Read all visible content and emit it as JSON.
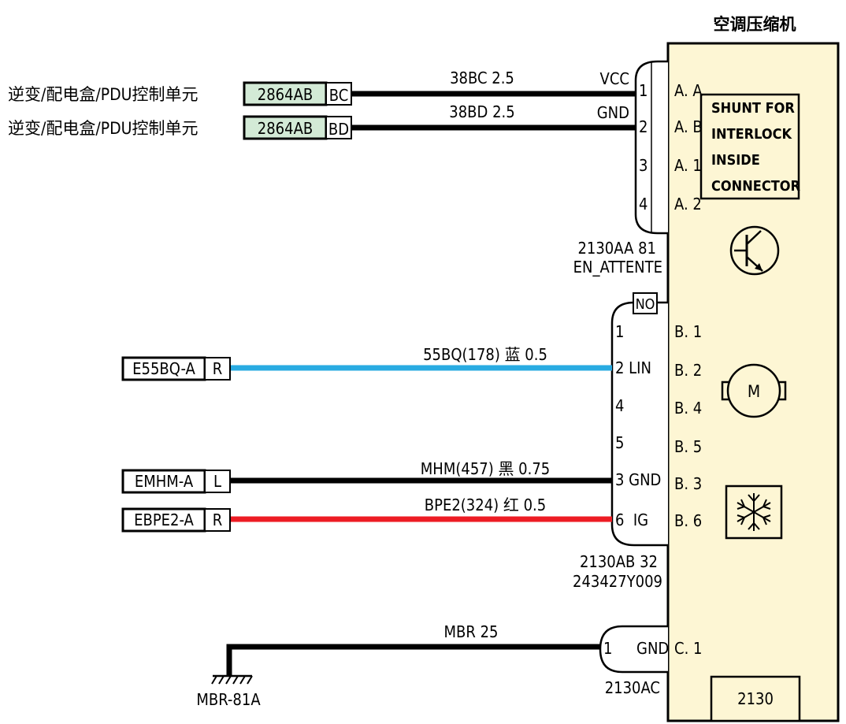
{
  "component": {
    "title": "空调压缩机",
    "id_label": "2130",
    "colors": {
      "body_fill": "#fdf6d4",
      "body_stroke": "#000"
    }
  },
  "shunt_box": {
    "lines": [
      "SHUNT FOR",
      "INTERLOCK",
      "INSIDE",
      "CONNECTOR"
    ]
  },
  "symbols": {
    "transistor": "transistor-icon",
    "motor": "motor-icon",
    "motor_label": "M",
    "compressor": "snowflake-icon"
  },
  "connectors": {
    "a": {
      "part": "2130AA 81",
      "state": "EN_ATTENTE",
      "pins": [
        "1",
        "2",
        "3",
        "4"
      ],
      "cavities": [
        "A. A",
        "A. B",
        "A. 1",
        "A. 2"
      ],
      "signals": [
        "VCC",
        "GND"
      ]
    },
    "b": {
      "part": "2130AB 32",
      "ref": "243427Y009",
      "tag": "NO",
      "pins": [
        "1",
        "2 LIN",
        "4",
        "5",
        "3 GND",
        "6  IG"
      ],
      "cavities": [
        "B. 1",
        "B. 2",
        "B. 4",
        "B. 5",
        "B. 3",
        "B. 6"
      ]
    },
    "c": {
      "part": "2130AC",
      "pin": "1",
      "signal": "GND",
      "cavity": "C. 1"
    }
  },
  "wires": [
    {
      "label": "38BC 2.5",
      "color": "#000000",
      "from_unit": "逆变/配电盒/PDU控制单元",
      "from_code": "2864AB",
      "from_pin": "BC"
    },
    {
      "label": "38BD 2.5",
      "color": "#000000",
      "from_unit": "逆变/配电盒/PDU控制单元",
      "from_code": "2864AB",
      "from_pin": "BD"
    },
    {
      "label": "55BQ(178) 蓝 0.5",
      "color": "#29abe2",
      "from_code": "E55BQ-A",
      "from_pin": "R"
    },
    {
      "label": "MHM(457) 黑 0.75",
      "color": "#000000",
      "from_code": "EMHM-A",
      "from_pin": "L"
    },
    {
      "label": "BPE2(324) 红 0.5",
      "color": "#ed1c24",
      "from_code": "EBPE2-A",
      "from_pin": "R"
    },
    {
      "label": "MBR 25",
      "color": "#000000"
    }
  ],
  "ground": {
    "label": "MBR-81A"
  },
  "accent": {
    "connector_fill": "#d3ead6"
  }
}
